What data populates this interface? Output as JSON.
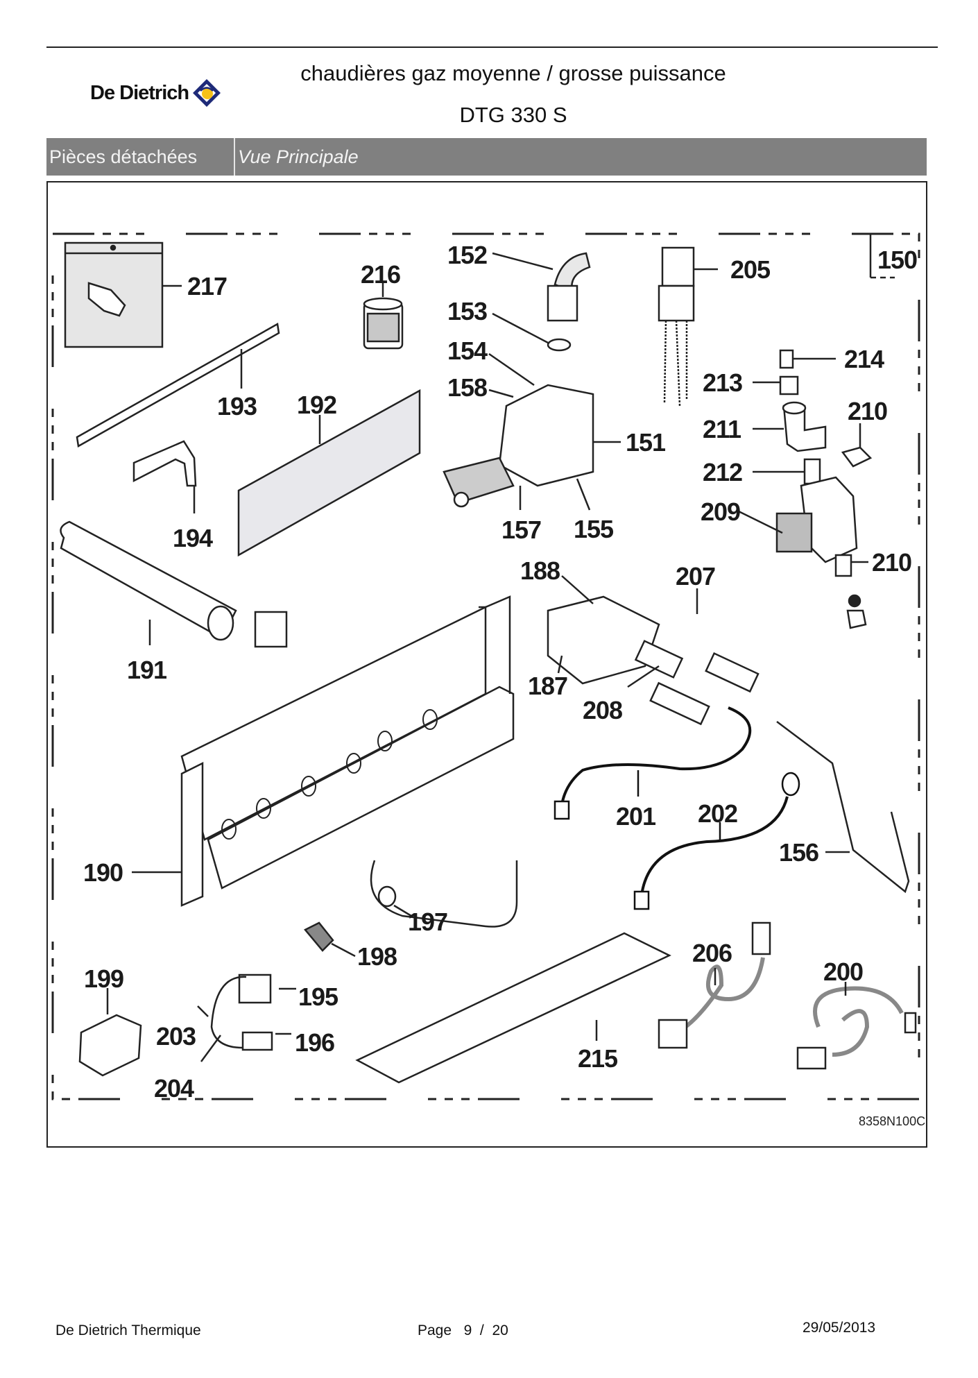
{
  "header": {
    "brand": "De Dietrich",
    "logo_icon": "de-dietrich-diamond-logo",
    "brand_colors": {
      "navy": "#1e2a78",
      "yellow": "#f5c118"
    },
    "title": "chaudières gaz moyenne / grosse puissance",
    "model": "DTG 330 S"
  },
  "section_bar": {
    "category": "Pièces détachées",
    "view": "Vue Principale",
    "background": "#808080"
  },
  "diagram": {
    "drawing_code": "8358N100C",
    "group_label": "150",
    "callouts": [
      {
        "id": "217",
        "part": "pressure-test-nipple-in-bag"
      },
      {
        "id": "216",
        "part": "filter-cartridge"
      },
      {
        "id": "152",
        "part": "elbow-fitting"
      },
      {
        "id": "153",
        "part": "seal-washer"
      },
      {
        "id": "154",
        "part": "valve-screw"
      },
      {
        "id": "158",
        "part": "valve-coil"
      },
      {
        "id": "151",
        "part": "gas-valve"
      },
      {
        "id": "157",
        "part": "solenoid"
      },
      {
        "id": "155",
        "part": "valve-clip"
      },
      {
        "id": "205",
        "part": "wiring-harness-connector"
      },
      {
        "id": "150",
        "part": "assembly-group"
      },
      {
        "id": "214",
        "part": "nozzle"
      },
      {
        "id": "213",
        "part": "reducer"
      },
      {
        "id": "211",
        "part": "elbow"
      },
      {
        "id": "210",
        "part": "fitting"
      },
      {
        "id": "212",
        "part": "nipple"
      },
      {
        "id": "209",
        "part": "solenoid-valve"
      },
      {
        "id": "210",
        "part": "fitting"
      },
      {
        "id": "193",
        "part": "strip"
      },
      {
        "id": "192",
        "part": "panel"
      },
      {
        "id": "194",
        "part": "bracket"
      },
      {
        "id": "191",
        "part": "burner-tube"
      },
      {
        "id": "188",
        "part": "pilot-assembly"
      },
      {
        "id": "207",
        "part": "pilot-kit"
      },
      {
        "id": "187",
        "part": "pilot-body"
      },
      {
        "id": "208",
        "part": "injector"
      },
      {
        "id": "201",
        "part": "ignition-cable"
      },
      {
        "id": "202",
        "part": "earth-cable"
      },
      {
        "id": "156",
        "part": "pilot-tube"
      },
      {
        "id": "190",
        "part": "burner-frame"
      },
      {
        "id": "197",
        "part": "nut"
      },
      {
        "id": "198",
        "part": "clip"
      },
      {
        "id": "199",
        "part": "cover"
      },
      {
        "id": "195",
        "part": "transformer"
      },
      {
        "id": "203",
        "part": "cable"
      },
      {
        "id": "196",
        "part": "connector"
      },
      {
        "id": "204",
        "part": "cable"
      },
      {
        "id": "206",
        "part": "harness"
      },
      {
        "id": "200",
        "part": "harness"
      },
      {
        "id": "215",
        "part": "tray"
      }
    ]
  },
  "footer": {
    "company": "De Dietrich Thermique",
    "page_label": "Page",
    "page_current": "9",
    "page_separator": "/",
    "page_total": "20",
    "date": "29/05/2013"
  }
}
